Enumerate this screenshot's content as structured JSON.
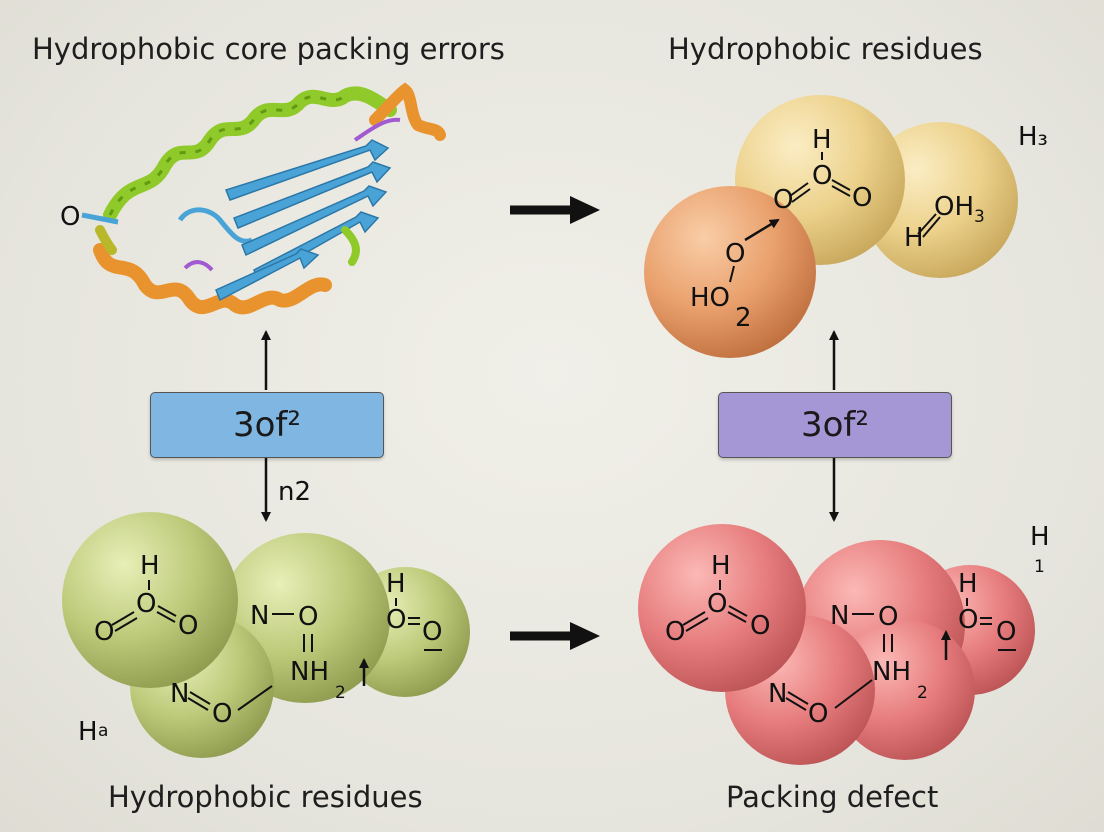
{
  "titles": {
    "top_left": "Hydrophobic core packing errors",
    "top_right": "Hydrophobic residues",
    "bottom_left": "Hydrophobic residues",
    "bottom_right": "Packing defect"
  },
  "boxes": {
    "left_label": "3of²",
    "right_label": "3of²",
    "left_color": "#80b6e2",
    "right_color": "#a596d6"
  },
  "arrow_label": "n2",
  "ribbon_end_label": "O",
  "corner_labels": {
    "top_right": "H₃",
    "bottom_right_main": "H",
    "bottom_right_sub": "1",
    "bottom_left_main": "H",
    "bottom_left_sup": "a"
  },
  "colors": {
    "green_sphere": "#bdca7a",
    "orange_sphere": "#e9a06c",
    "yellow_sphere": "#ecd18b",
    "red_sphere": "#e77d7e",
    "helix_green": "#8fc92a",
    "helix_orange": "#e9932e",
    "strand_blue": "#4aa3d6"
  },
  "molecules": {
    "top_right": {
      "h_top": "H",
      "o_chain_left": "O",
      "o_chain_mid": "O",
      "o_chain_right": "O",
      "oh3_right": "OH",
      "oh3_right_sub": "3",
      "h_right": "H",
      "o_left": "O",
      "ho2_main": "HO",
      "ho2_sub": "2"
    },
    "bottom_left": {
      "h_top": "H",
      "o_left": "O",
      "o_mid": "O",
      "o_right": "O",
      "n_top": "N",
      "o_n_top": "O",
      "nh2_main": "NH",
      "nh2_sub": "2",
      "h_right": "H",
      "o_right_a": "O",
      "o_right_b": "O",
      "n_bottom": "N",
      "o_bottom": "O"
    },
    "bottom_right": {
      "h_top": "H",
      "o_left": "O",
      "o_mid": "O",
      "o_right": "O",
      "n_top": "N",
      "o_n_top": "O",
      "nh2_main": "NH",
      "nh2_sub": "2",
      "h_right": "H",
      "o_right_a": "O",
      "o_right_b": "O",
      "n_bottom": "N",
      "o_bottom": "O"
    }
  }
}
